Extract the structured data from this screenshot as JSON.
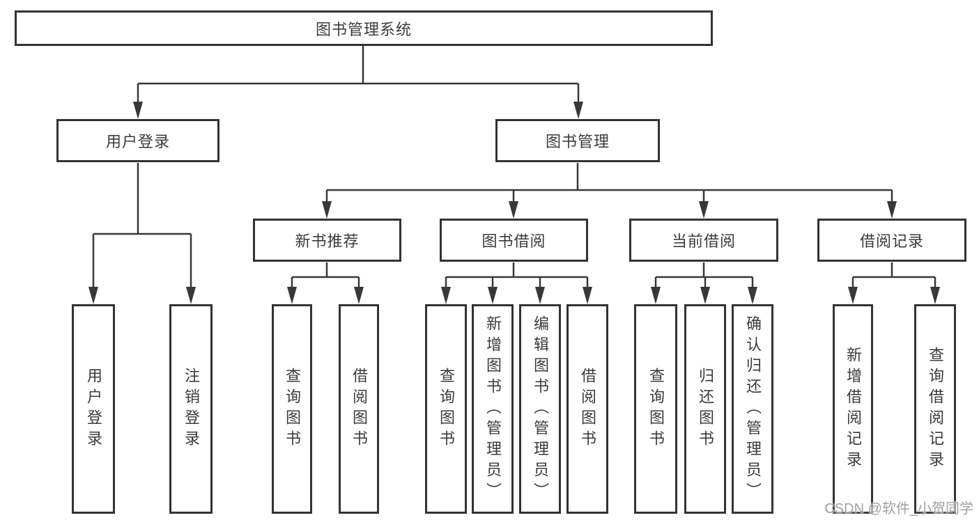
{
  "tree": {
    "label": "图书管理系统",
    "children": [
      {
        "label": "用户登录",
        "children": [
          {
            "label": "用户登录"
          },
          {
            "label": "注销登录"
          }
        ]
      },
      {
        "label": "图书管理",
        "children": [
          {
            "label": "新书推荐",
            "children": [
              {
                "label": "查询图书"
              },
              {
                "label": "借阅图书"
              }
            ]
          },
          {
            "label": "图书借阅",
            "children": [
              {
                "label": "查询图书"
              },
              {
                "label": "新增图书（管理员）"
              },
              {
                "label": "编辑图书（管理员）"
              },
              {
                "label": "借阅图书"
              }
            ]
          },
          {
            "label": "当前借阅",
            "children": [
              {
                "label": "查询图书"
              },
              {
                "label": "归还图书"
              },
              {
                "label": "确认归还（管理员）"
              }
            ]
          },
          {
            "label": "借阅记录",
            "children": [
              {
                "label": "新增借阅记录"
              },
              {
                "label": "查询借阅记录"
              }
            ]
          }
        ]
      }
    ]
  },
  "watermark": {
    "text": "CSDN @软件_小贺同学"
  },
  "colors": {
    "border": "#333333",
    "line": "#383838",
    "text": "#3b3b3b",
    "background": "#ffffff",
    "watermark": "#a0a0a0"
  }
}
